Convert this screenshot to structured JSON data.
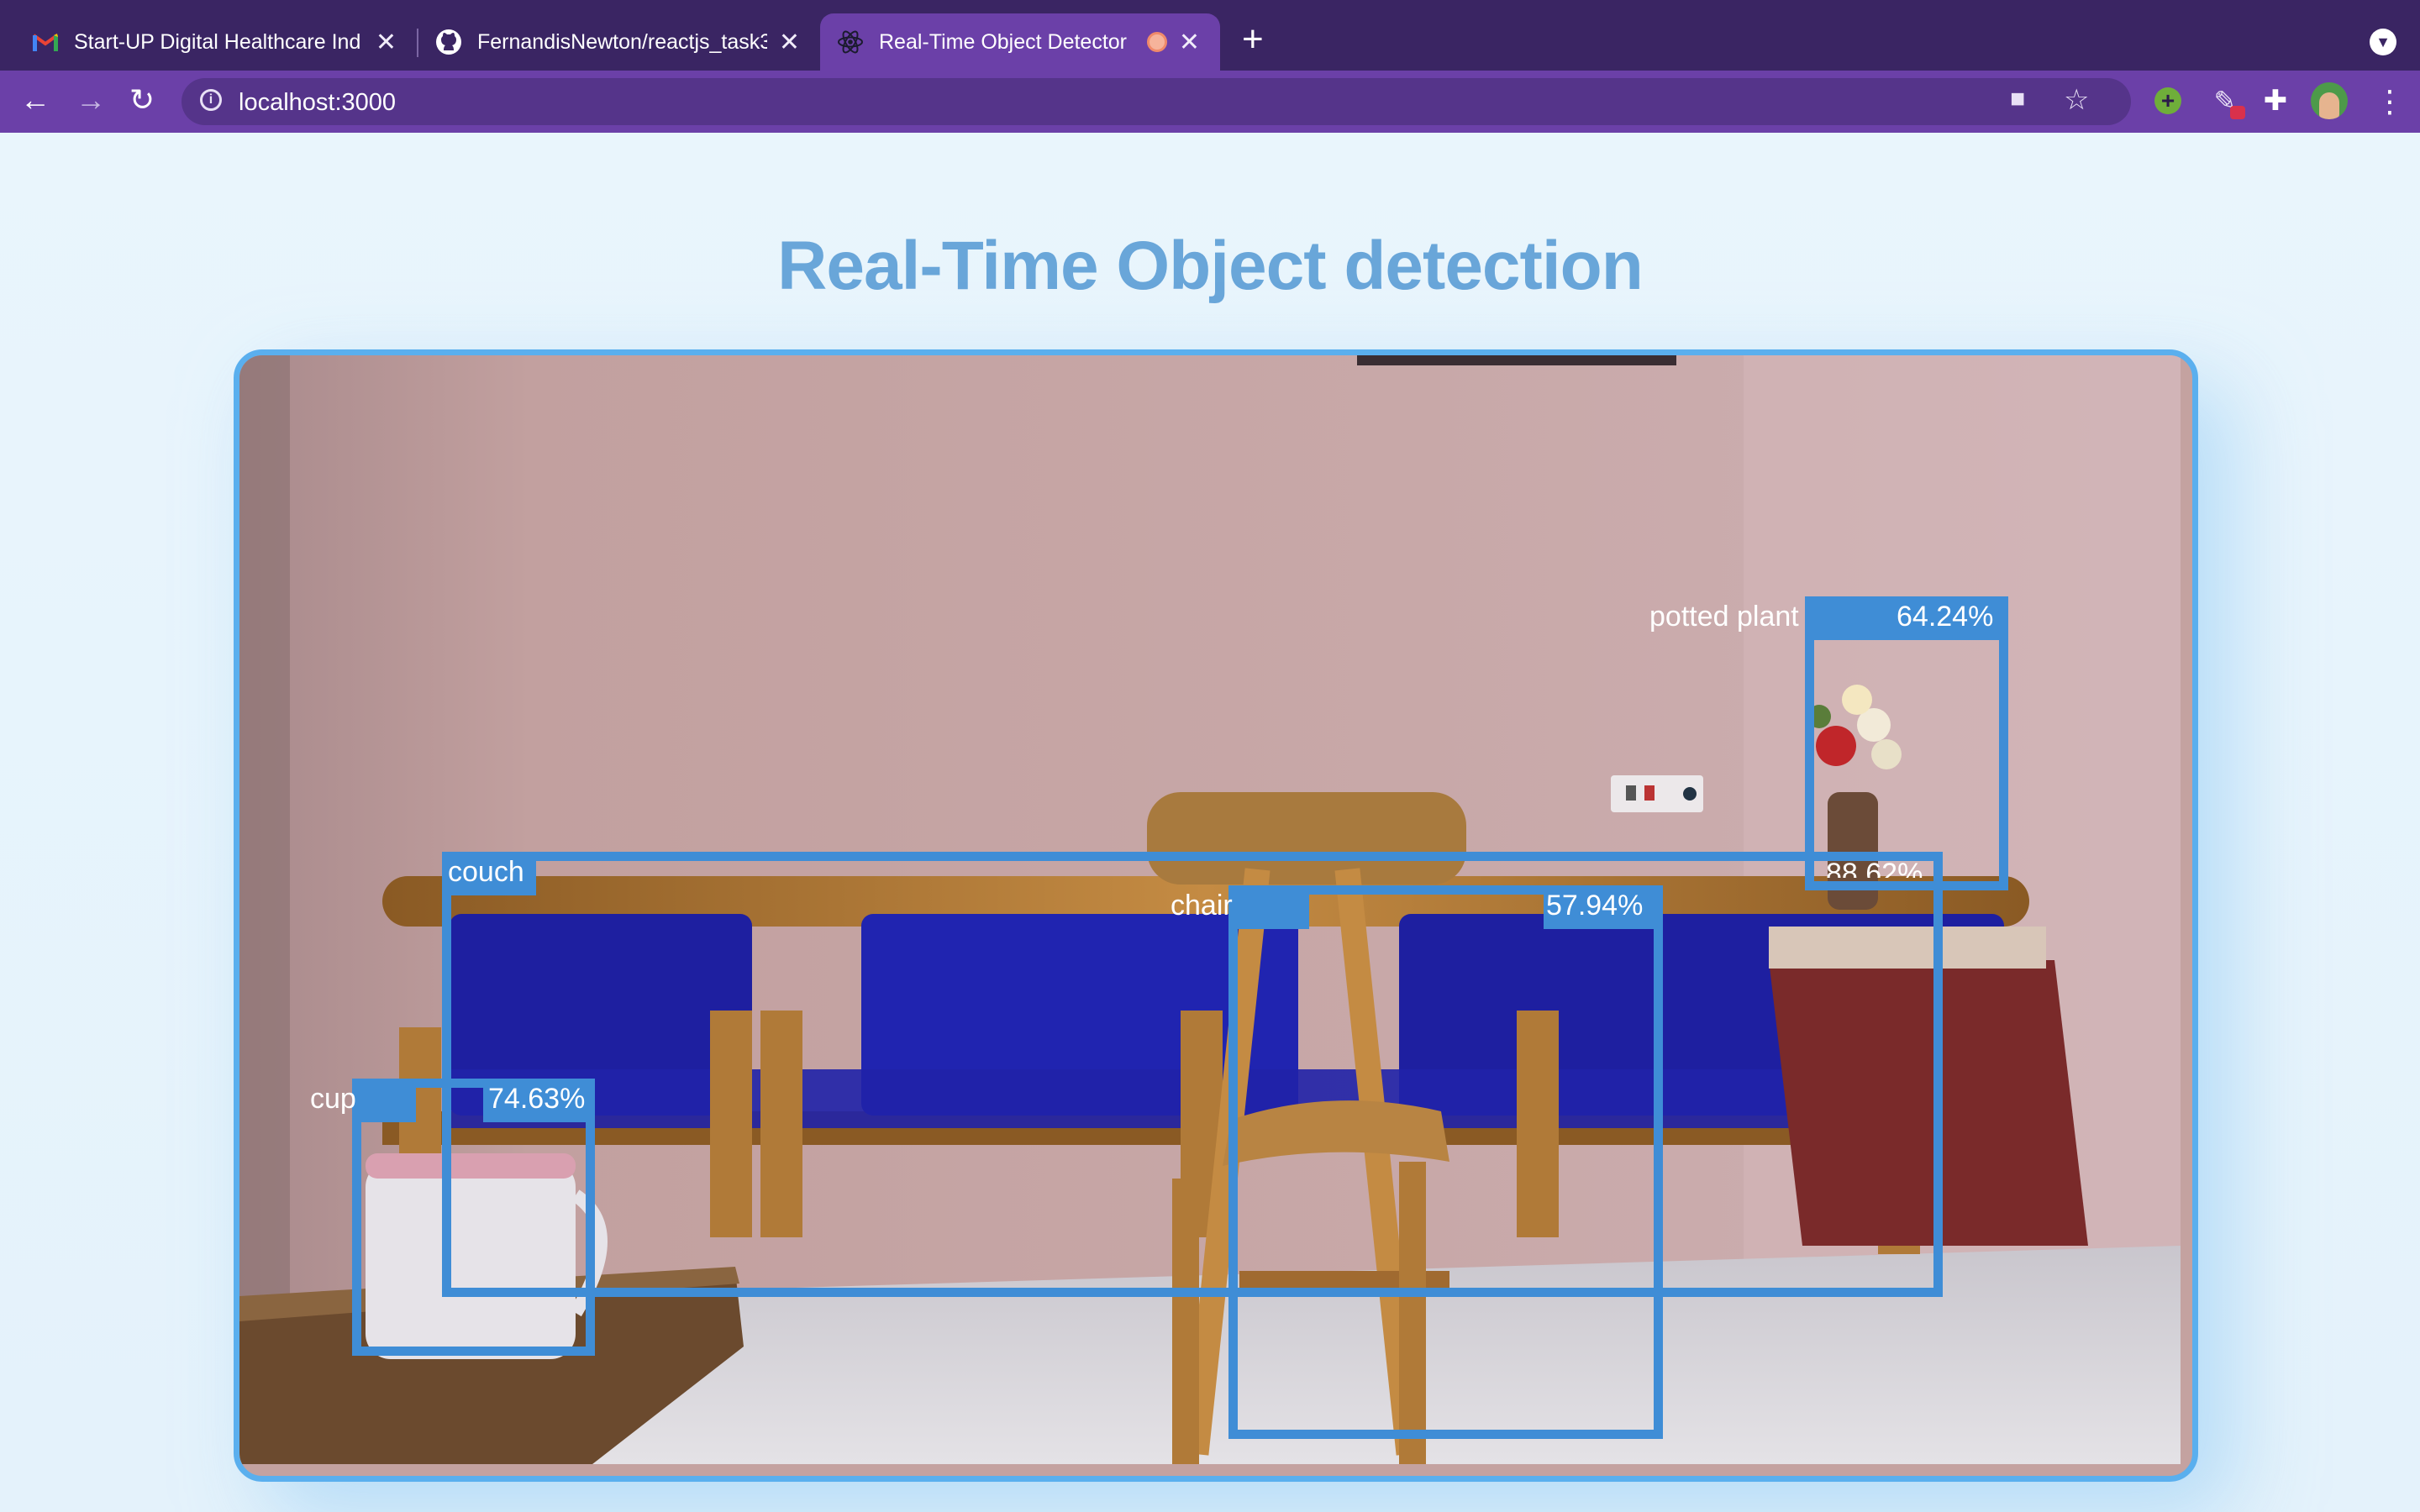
{
  "browser": {
    "tabs": [
      {
        "title": "Start-UP Digital Healthcare Ind",
        "favicon": "gmail-icon",
        "active": false
      },
      {
        "title": "FernandisNewton/reactjs_task3",
        "favicon": "github-icon",
        "active": false
      },
      {
        "title": "Real-Time Object Detector",
        "favicon": "react-icon",
        "active": true,
        "recording": true
      }
    ],
    "close_glyph": "✕",
    "new_tab_glyph": "+",
    "address": "localhost:3000",
    "colors": {
      "tabbar": "#3a2563",
      "toolbar": "#6b40a8",
      "omnibox": "#55348a"
    }
  },
  "page": {
    "title": "Real-Time Object detection",
    "title_color": "#69a6d9",
    "frame_color": "#5aafee",
    "box_color": "#3f8dd6"
  },
  "detections": [
    {
      "label": "potted plant",
      "score": "64.24%"
    },
    {
      "label": "couch",
      "score": "88.62%"
    },
    {
      "label": "chair",
      "score": "57.94%"
    },
    {
      "label": "cup",
      "score": "74.63%"
    }
  ]
}
